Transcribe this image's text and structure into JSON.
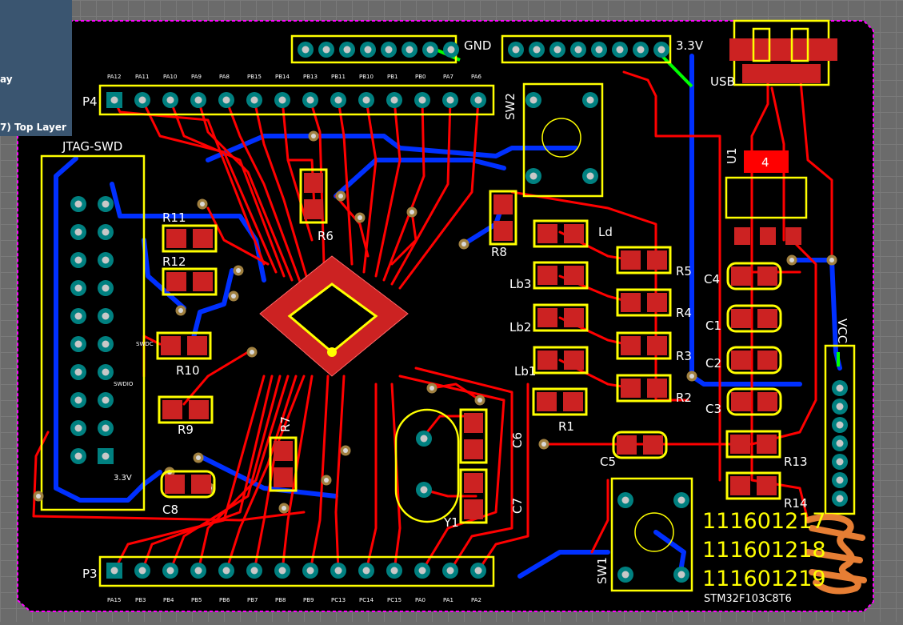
{
  "layer_panel": {
    "line1": "ay",
    "line2": "7) Top Layer"
  },
  "labels": {
    "gnd": "GND",
    "v33": "3.3V",
    "usb": "USB",
    "p4": "P4",
    "p3": "P3",
    "jtag": "JTAG-SWD",
    "vcc": "VCC",
    "u1": "U1",
    "u1_pad": "4",
    "sw1": "SW1",
    "sw2": "SW2",
    "y1": "Y1",
    "r1": "R1",
    "r2": "R2",
    "r3": "R3",
    "r4": "R4",
    "r5": "R5",
    "r6": "R6",
    "r7": "R7",
    "r8": "R8",
    "r9": "R9",
    "r10": "R10",
    "r11": "R11",
    "r12": "R12",
    "r13": "R13",
    "r14": "R14",
    "c1": "C1",
    "c2": "C2",
    "c3": "C3",
    "c4": "C4",
    "c5": "C5",
    "c6": "C6",
    "c7": "C7",
    "c8": "C8",
    "ld": "Ld",
    "lb1": "Lb1",
    "lb2": "Lb2",
    "lb3": "Lb3",
    "swdc": "SWDC",
    "swdio": "SWDIO",
    "jtag_33": "3.3V",
    "chip": "STM32F103C8T6",
    "id1": "111601217",
    "id2": "111601218",
    "id3": "111601219"
  },
  "p4_pins": [
    "PA12",
    "PA11",
    "PA10",
    "PA9",
    "PA8",
    "PB15",
    "PB14",
    "PB13",
    "PB11",
    "PB10",
    "PB1",
    "PB0",
    "PA7",
    "PA6"
  ],
  "p3_pins": [
    "PA15",
    "PB3",
    "PB4",
    "PB5",
    "PB6",
    "PB7",
    "PB8",
    "PB9",
    "PC13",
    "PC14",
    "PC15",
    "PA0",
    "PA1",
    "PA2"
  ],
  "colors": {
    "board": "#000000",
    "outline": "#ff00ff",
    "silk": "#ffff00",
    "top": "#ff0000",
    "bottom": "#0030ff",
    "pad": "#008080",
    "smd": "#cc2222",
    "net": "#00ff00",
    "mark": "#ff8c3a"
  }
}
